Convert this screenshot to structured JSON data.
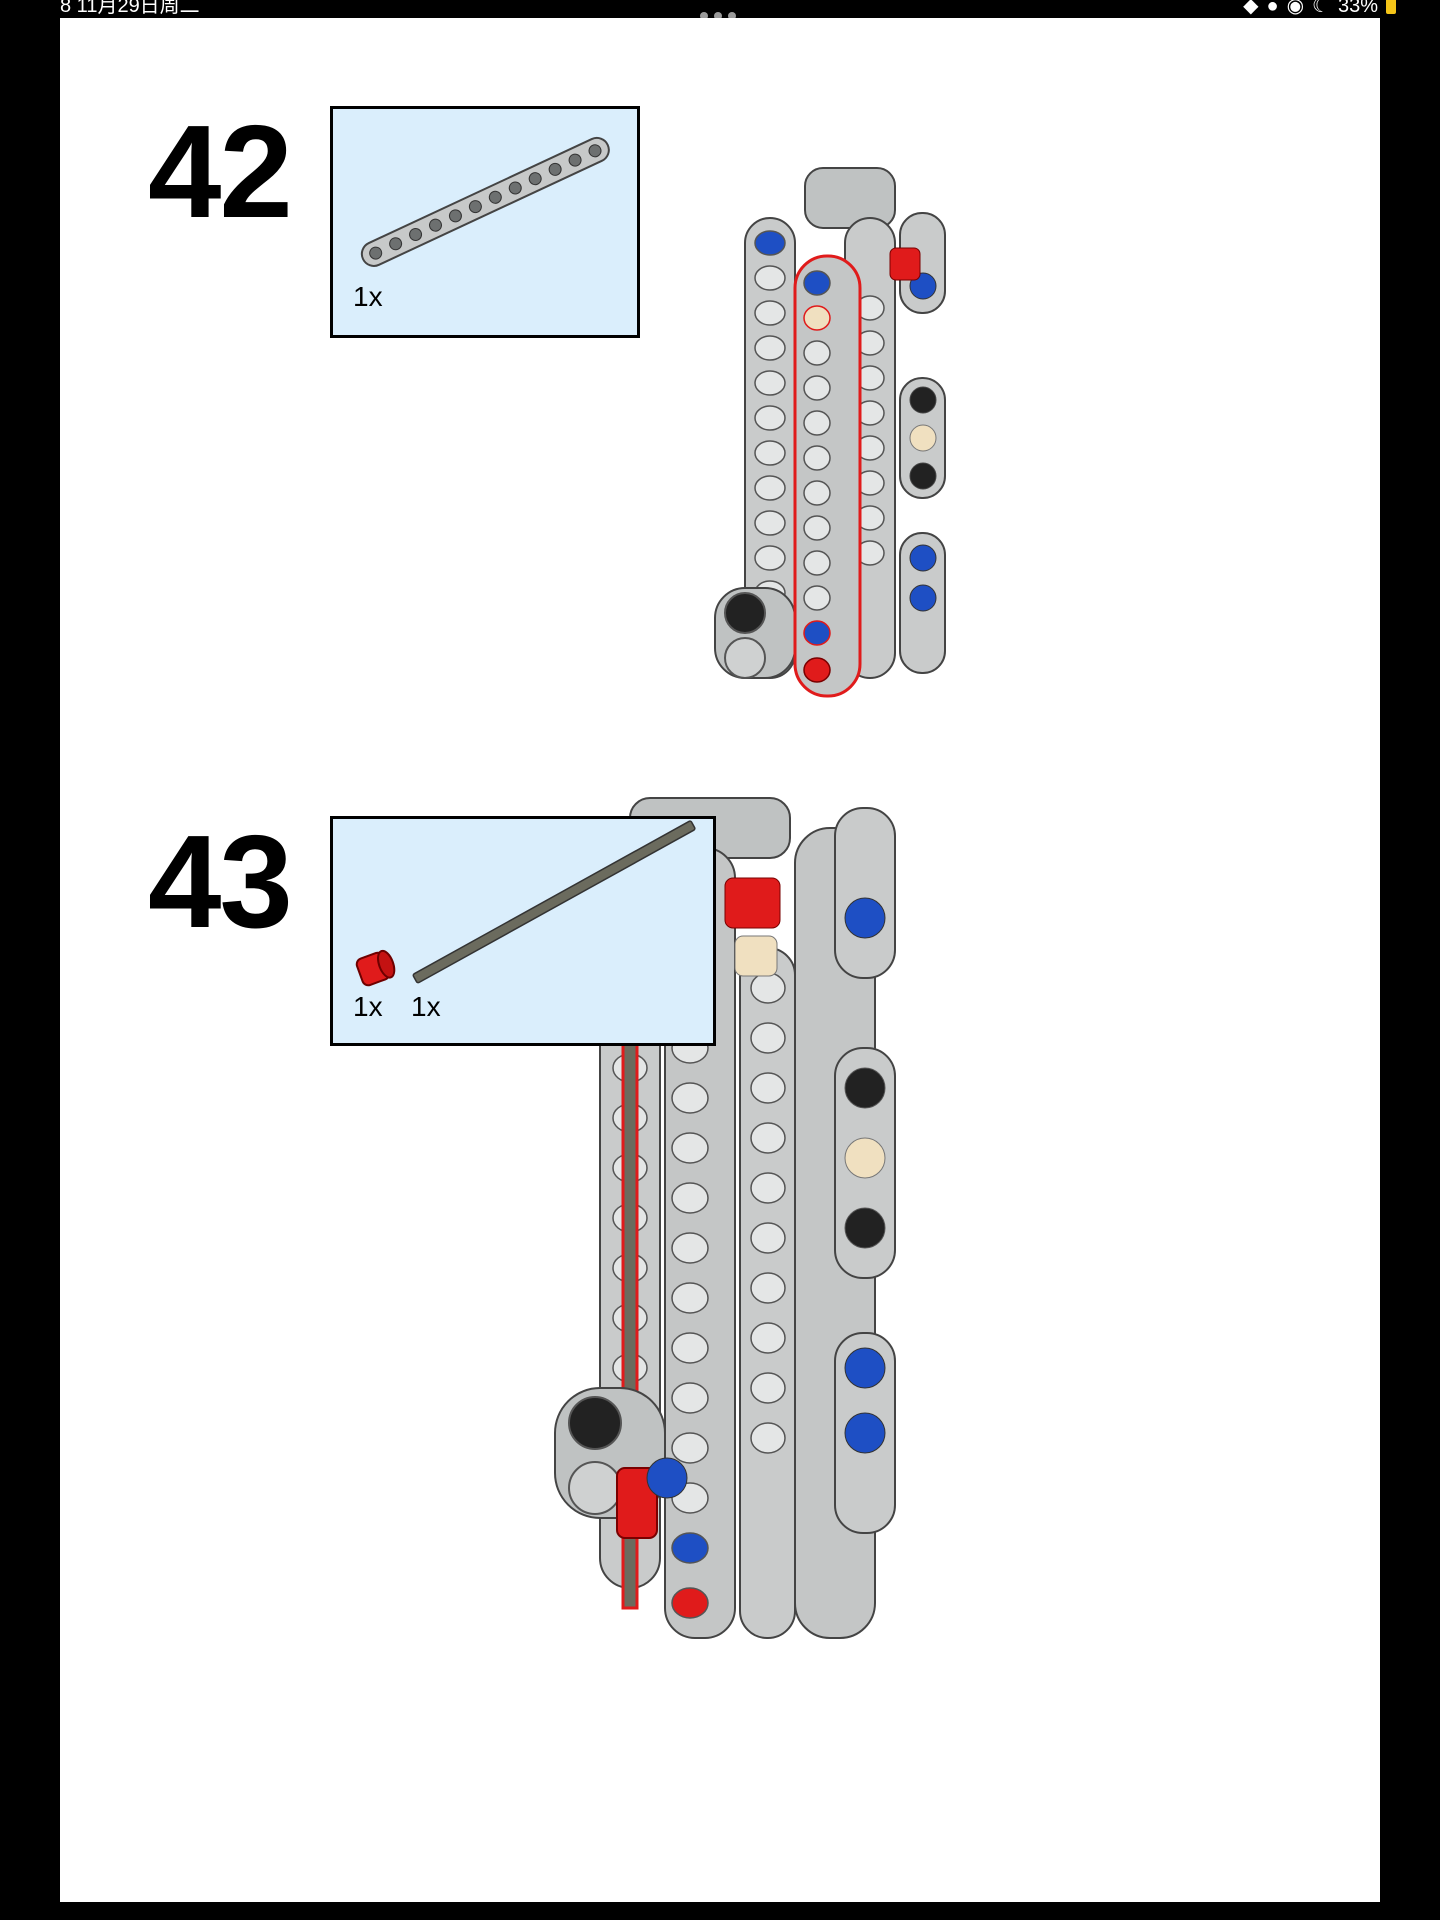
{
  "status_bar": {
    "time_date": "8 11月29日周二",
    "battery": "33%"
  },
  "steps": [
    {
      "number": "42",
      "parts": [
        {
          "name": "liftarm",
          "qty": "1x"
        }
      ]
    },
    {
      "number": "43",
      "parts": [
        {
          "name": "bush",
          "qty": "1x"
        },
        {
          "name": "axle",
          "qty": "1x"
        }
      ]
    }
  ],
  "colors": {
    "parts_box_bg": "#daeefc",
    "beam_gray": "#c3c6c6",
    "highlight_red": "#e01b1b",
    "pin_blue": "#1e4fc4",
    "pin_tan": "#f0e0c0",
    "pin_black": "#222222"
  }
}
